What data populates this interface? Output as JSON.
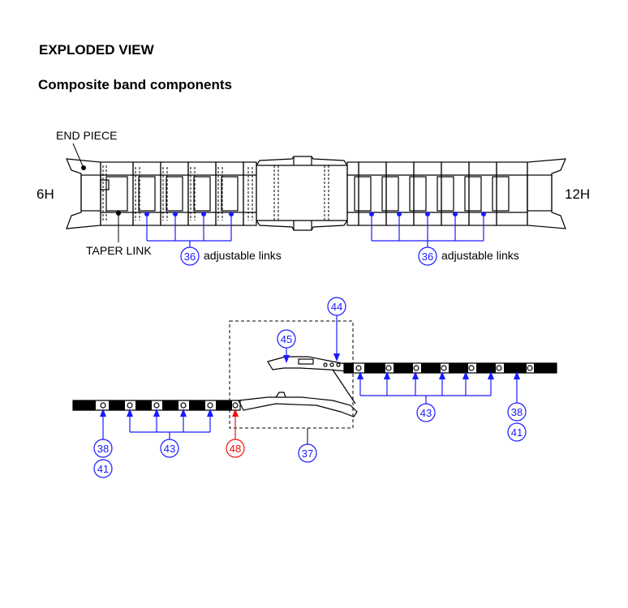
{
  "title": "EXPLODED VIEW",
  "subtitle": "Composite band components",
  "labels": {
    "end_piece": "END PIECE",
    "taper_link": "TAPER LINK",
    "side_left": "6H",
    "side_right": "12H",
    "adjustable": "adjustable links"
  },
  "callouts": {
    "adjustable_left": "36",
    "adjustable_right": "36",
    "top_right": "44",
    "buckle_pin": "45",
    "right_links": "43",
    "right_end_a": "38",
    "right_end_b": "41",
    "left_end_a": "38",
    "left_end_b": "41",
    "left_links": "43",
    "clasp_pin": "48",
    "clasp": "37"
  },
  "colors": {
    "callout_blue": "#1a1aff",
    "callout_red": "#ee1111",
    "line": "#000000"
  }
}
